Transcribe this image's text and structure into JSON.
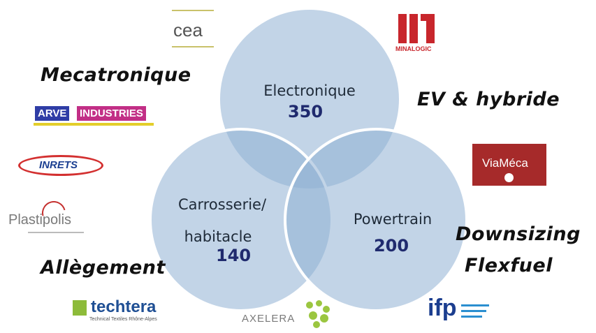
{
  "diagram": {
    "circles": [
      {
        "label": "Electronique",
        "value": "350"
      },
      {
        "label_line1": "Carrosserie/",
        "label_line2": "habitacle",
        "value": "140"
      },
      {
        "label": "Powertrain",
        "value": "200"
      }
    ],
    "colors": {
      "circle_fill": "#8fb0d3",
      "value_text": "#1f2a6e"
    }
  },
  "themes": {
    "mecatronique": "Mecatronique",
    "ev_hybride": "EV & hybride",
    "downsizing": "Downsizing",
    "flexfuel": "Flexfuel",
    "allegement": "Allègement"
  },
  "logos": {
    "cea": "cea",
    "minalogic": "MINALOGIC",
    "arve_a": "ARVE",
    "arve_b": "INDUSTRIES",
    "inrets": "INRETS",
    "viameca": "ViaMéca",
    "plastipolis": "Plastipolis",
    "techtera": "techtera",
    "techtera_sub": "Technical Textiles Rhône-Alpes",
    "axelera": "AXELERA",
    "ifp": "ifp"
  }
}
